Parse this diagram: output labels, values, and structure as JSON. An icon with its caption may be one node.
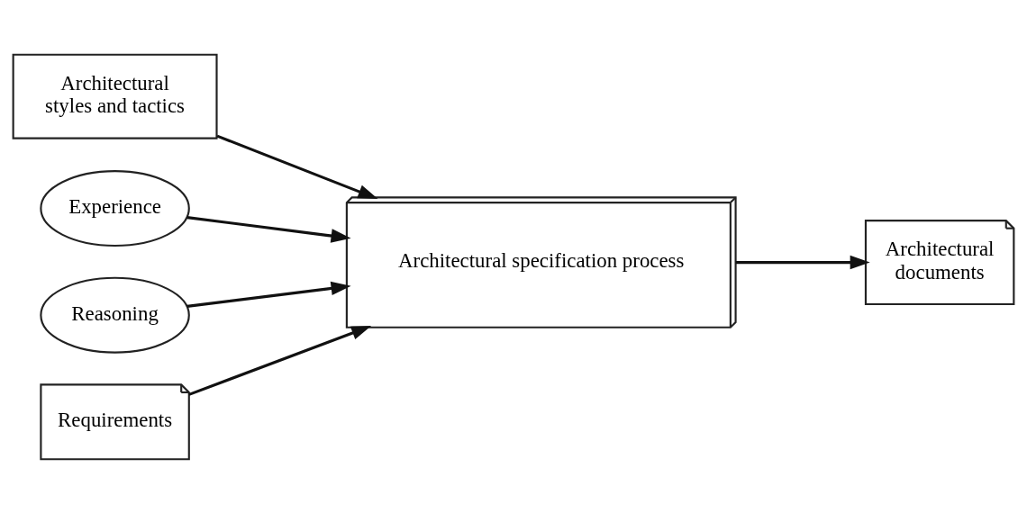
{
  "diagram": {
    "nodes": [
      {
        "text": [
          "Architectural styles and tactics"
        ]
      },
      {
        "text": [
          "Experience"
        ]
      },
      {
        "text": [
          "Reasoning"
        ]
      },
      {
        "text": [
          "Requirements"
        ]
      },
      {
        "text": [
          "Architectural specification process"
        ]
      },
      {
        "text": [
          "Architectural documents"
        ]
      }
    ],
    "edges": [
      {
        "from": 0,
        "to": 4,
        "arrow": "to"
      },
      {
        "from": 1,
        "to": 4,
        "arrow": "to"
      },
      {
        "from": 2,
        "to": 4,
        "arrow": "to"
      },
      {
        "from": 3,
        "to": 4,
        "arrow": "to"
      },
      {
        "from": 4,
        "to": 5,
        "arrow": "to"
      }
    ]
  }
}
